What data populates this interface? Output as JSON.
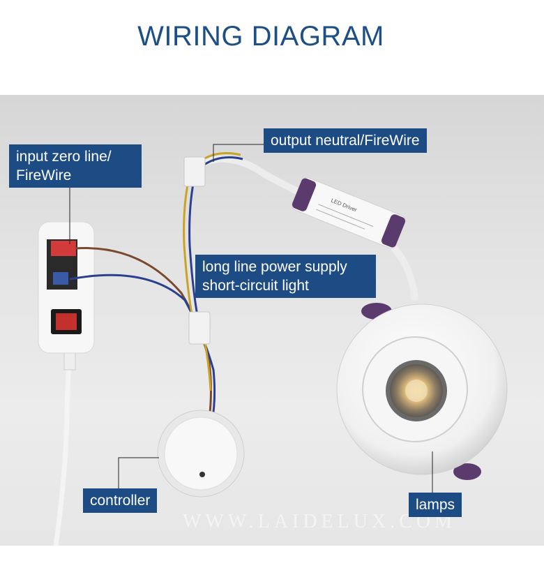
{
  "title": "WIRING DIAGRAM",
  "labels": {
    "input": [
      "input zero line/",
      "FireWire"
    ],
    "output": "output neutral/FireWire",
    "long_line": [
      "long line power supply",
      "short-circuit light"
    ],
    "controller": "controller",
    "lamps": "lamps"
  },
  "driver_text": "LED Driver",
  "watermark": "WWW.LAIDELUX.COM",
  "colors": {
    "title": "#1c4f86",
    "label_bg": "#1d4c85",
    "label_text": "#ffffff",
    "wire_brown": "#7a4a2e",
    "wire_blue": "#2a3f8f",
    "wire_yellow": "#c9a227",
    "driver_cap": "#5b3a6e"
  }
}
